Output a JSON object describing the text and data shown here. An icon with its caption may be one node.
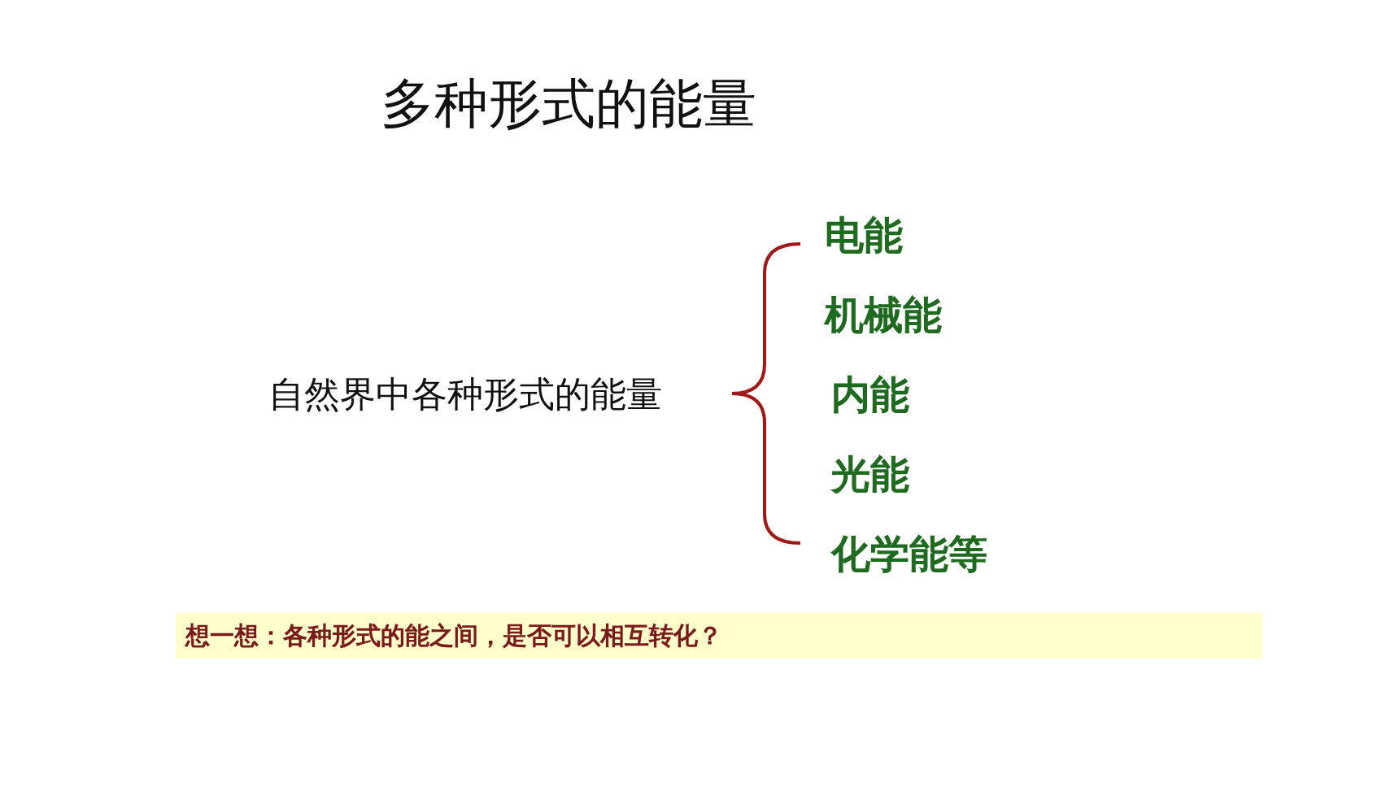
{
  "diagram": {
    "title": "多种形式的能量",
    "nodes": [
      {
        "text": [
          "想一想：各种形式的能之间，是否可以相互转化？"
        ]
      }
    ],
    "labels": [
      "自然界中各种形式的能量",
      "电能",
      "机械能",
      "内能",
      "光能",
      "化学能等"
    ]
  }
}
